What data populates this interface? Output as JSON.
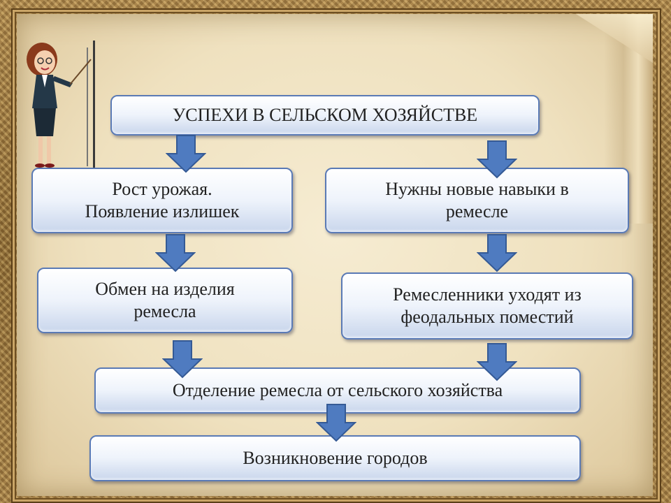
{
  "colors": {
    "box_border": "#5a7ab5",
    "arrow_fill": "#4f7bc0",
    "arrow_stroke": "#355a95",
    "text": "#222222"
  },
  "boxes": {
    "top": "УСПЕХИ В СЕЛЬСКОМ ХОЗЯЙСТВЕ",
    "left1_line1": "Рост урожая.",
    "left1_line2": "Появление излишек",
    "right1_line1": "Нужны новые навыки в",
    "right1_line2": "ремесле",
    "left2_line1": "Обмен на изделия",
    "left2_line2": "ремесла",
    "right2_line1": "Ремесленники уходят из",
    "right2_line2": "феодальных поместий",
    "separation": "Отделение ремесла от сельского хозяйства",
    "result": "Возникновение городов"
  },
  "icons": {
    "arrow": "down-arrow-icon",
    "teacher": "teacher-with-pointer-icon"
  }
}
